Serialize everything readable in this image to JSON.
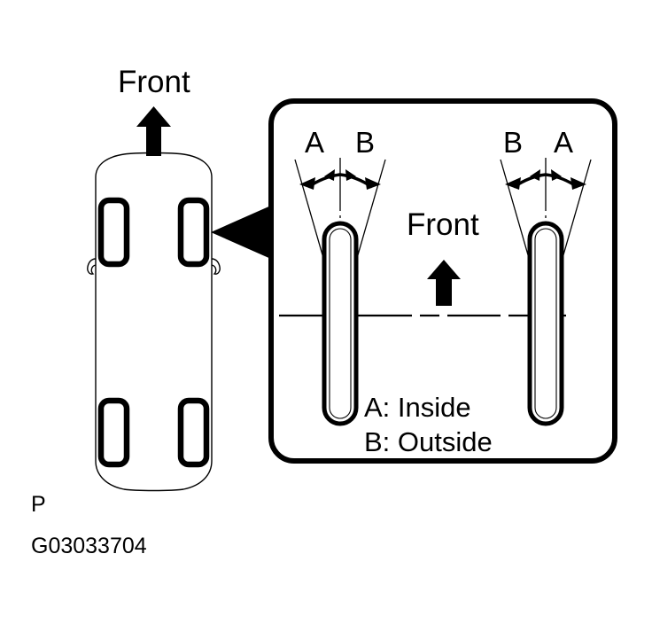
{
  "figure": {
    "code": "G03033704",
    "page_marker": "P",
    "background_color": "#ffffff",
    "ink_color": "#000000"
  },
  "vehicle": {
    "name": "vehicle-top-view",
    "front_label": "Front",
    "front_arrow_direction": "up",
    "wheel_count": 4,
    "wheels": [
      "front-left",
      "front-right",
      "rear-left",
      "rear-right"
    ]
  },
  "callout": {
    "name": "toe-angle-detail",
    "front_label": "Front",
    "front_arrow_direction": "up",
    "left_wheel": {
      "name": "front-left-wheel-detail",
      "label_left": "A",
      "label_right": "B"
    },
    "right_wheel": {
      "name": "front-right-wheel-detail",
      "label_left": "B",
      "label_right": "A"
    },
    "legend": [
      {
        "key": "A",
        "text": "A: Inside"
      },
      {
        "key": "B",
        "text": "B: Outside"
      }
    ]
  }
}
